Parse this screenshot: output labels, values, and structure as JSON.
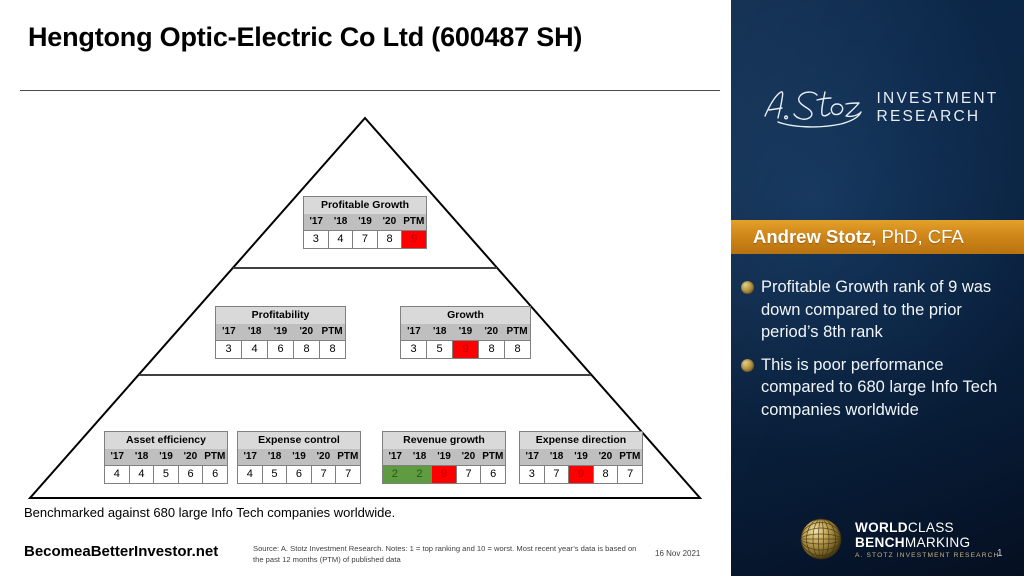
{
  "slide": {
    "title": "Hengtong Optic-Electric Co Ltd (600487 SH)",
    "benchmark_note": "Benchmarked against 680 large Info Tech companies worldwide.",
    "site_url": "BecomeaBetterInvestor.net",
    "source_note": "Source: A. Stotz Investment Research. Notes: 1 = top ranking and 10 = worst. Most recent year’s data is based on the past 12 months (PTM) of published data",
    "date": "16 Nov 2021",
    "page_number": "1"
  },
  "colors": {
    "red": "#ff0000",
    "green": "#5f9b40",
    "gold": "#d0871a",
    "navy": "#0a2240",
    "header_gray": "#d9d9d9",
    "year_gray": "#bfbfbf"
  },
  "pyramid": {
    "year_headers": [
      "'17",
      "'18",
      "'19",
      "'20",
      "PTM"
    ],
    "tiers": [
      {
        "tier": "top",
        "boxes": [
          {
            "title": "Profitable Growth",
            "years": [
              "'17",
              "'18",
              "'19",
              "'20",
              "PTM"
            ],
            "values": [
              "3",
              "4",
              "7",
              "8",
              "9"
            ],
            "states": [
              "none",
              "none",
              "none",
              "none",
              "red"
            ]
          }
        ]
      },
      {
        "tier": "middle",
        "boxes": [
          {
            "title": "Profitability",
            "years": [
              "'17",
              "'18",
              "'19",
              "'20",
              "PTM"
            ],
            "values": [
              "3",
              "4",
              "6",
              "8",
              "8"
            ],
            "states": [
              "none",
              "none",
              "none",
              "none",
              "none"
            ]
          },
          {
            "title": "Growth",
            "years": [
              "'17",
              "'18",
              "'19",
              "'20",
              "PTM"
            ],
            "values": [
              "3",
              "5",
              "9",
              "8",
              "8"
            ],
            "states": [
              "none",
              "none",
              "red",
              "none",
              "none"
            ]
          }
        ]
      },
      {
        "tier": "bottom",
        "boxes": [
          {
            "title": "Asset efficiency",
            "years": [
              "'17",
              "'18",
              "'19",
              "'20",
              "PTM"
            ],
            "values": [
              "4",
              "4",
              "5",
              "6",
              "6"
            ],
            "states": [
              "none",
              "none",
              "none",
              "none",
              "none"
            ]
          },
          {
            "title": "Expense control",
            "years": [
              "'17",
              "'18",
              "'19",
              "'20",
              "PTM"
            ],
            "values": [
              "4",
              "5",
              "6",
              "7",
              "7"
            ],
            "states": [
              "none",
              "none",
              "none",
              "none",
              "none"
            ]
          },
          {
            "title": "Revenue growth",
            "years": [
              "'17",
              "'18",
              "'19",
              "'20",
              "PTM"
            ],
            "values": [
              "2",
              "2",
              "9",
              "7",
              "6"
            ],
            "states": [
              "green",
              "green",
              "red",
              "none",
              "none"
            ]
          },
          {
            "title": "Expense direction",
            "years": [
              "'17",
              "'18",
              "'19",
              "'20",
              "PTM"
            ],
            "values": [
              "3",
              "7",
              "9",
              "8",
              "7"
            ],
            "states": [
              "none",
              "none",
              "red",
              "none",
              "none"
            ]
          }
        ]
      }
    ]
  },
  "sidebar": {
    "brand": {
      "signature": "A. Stotz",
      "line1": "INVESTMENT",
      "line2": "RESEARCH"
    },
    "name_band": {
      "name": "Andrew Stotz,",
      "credentials": " PhD, CFA"
    },
    "bullets": [
      "Profitable Growth rank of 9 was down compared to the prior period’s 8th rank",
      "This is poor performance compared to 680 large Info Tech companies worldwide"
    ],
    "footer_logo": {
      "word_bold": "WORLD",
      "word_light": "CLASS",
      "word_bold2": "BENCH",
      "word_light2": "MARKING",
      "subtitle": "A. STOTZ INVESTMENT RESEARCH"
    }
  }
}
